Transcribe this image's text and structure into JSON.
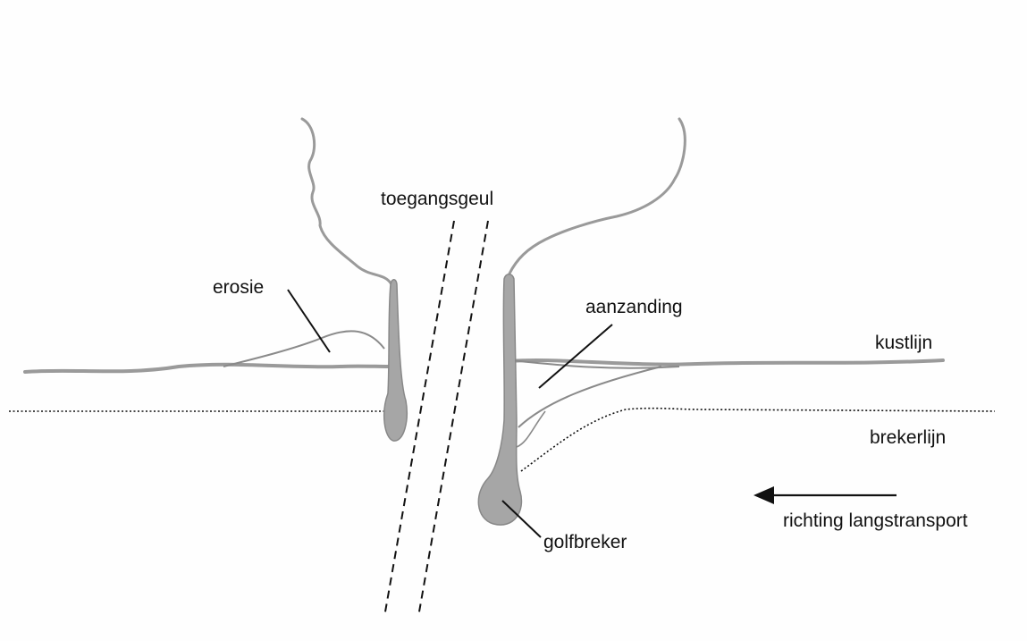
{
  "diagram": {
    "labels": {
      "channel": "toegangsgeul",
      "erosion": "erosie",
      "accretion": "aanzanding",
      "coastline": "kustlijn",
      "breaker_line": "brekerlijn",
      "transport_direction": "richting langstransport",
      "breakwater": "golfbreker"
    },
    "colors": {
      "sketch": "#8f8f8f",
      "sketch_fill": "#a6a6a6",
      "ink": "#111111"
    },
    "icons": {
      "transport_arrow": "arrow-left-icon"
    }
  }
}
